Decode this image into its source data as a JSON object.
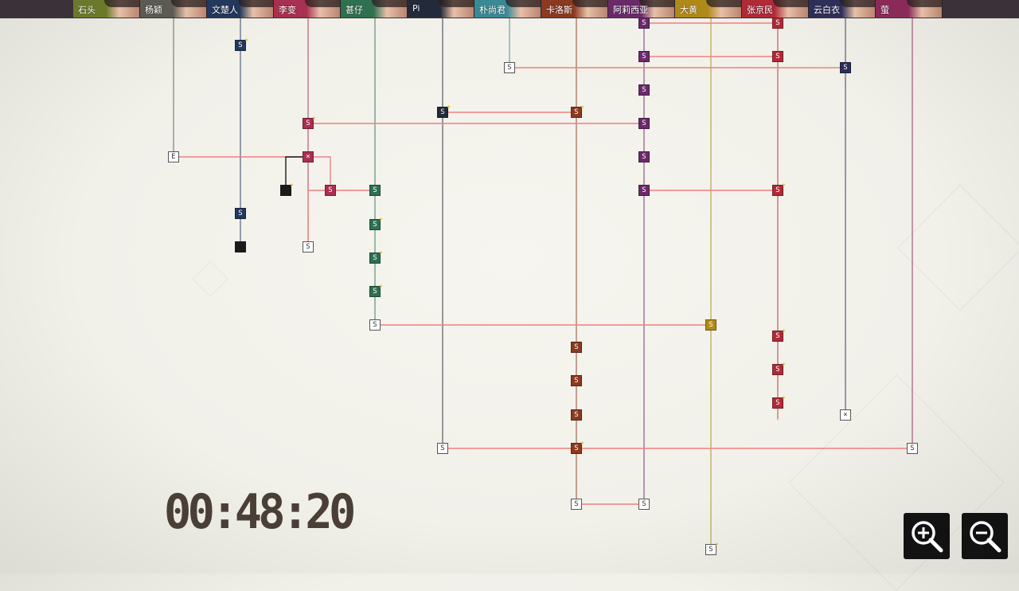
{
  "characters": [
    {
      "name": "石头",
      "color": "#6b7a2a"
    },
    {
      "name": "杨颖",
      "color": "#5c5a52"
    },
    {
      "name": "文楚人",
      "color": "#22385c"
    },
    {
      "name": "李变",
      "color": "#a83050"
    },
    {
      "name": "甚仔",
      "color": "#2e7050"
    },
    {
      "name": "Pi",
      "color": "#232a3a"
    },
    {
      "name": "朴尚君",
      "color": "#3a8a96"
    },
    {
      "name": "卡洛斯",
      "color": "#8a3a20"
    },
    {
      "name": "阿莉西亚",
      "color": "#6a2a6a"
    },
    {
      "name": "大黄",
      "color": "#b08a18"
    },
    {
      "name": "张京民",
      "color": "#b02a38"
    },
    {
      "name": "云白衣",
      "color": "#2e2e5a"
    },
    {
      "name": "萤",
      "color": "#8a2a58"
    }
  ],
  "node_label_s": "S",
  "node_label_e": "E",
  "node_label_x": "×",
  "star_glyph": "★",
  "timer": "00:48:20",
  "zoom_in_icon": "magnifier-plus-icon",
  "zoom_out_icon": "magnifier-minus-icon",
  "colors": {
    "link": "#f08080",
    "branch_black": "#1a1a1a",
    "background": "#f4f3ed"
  }
}
